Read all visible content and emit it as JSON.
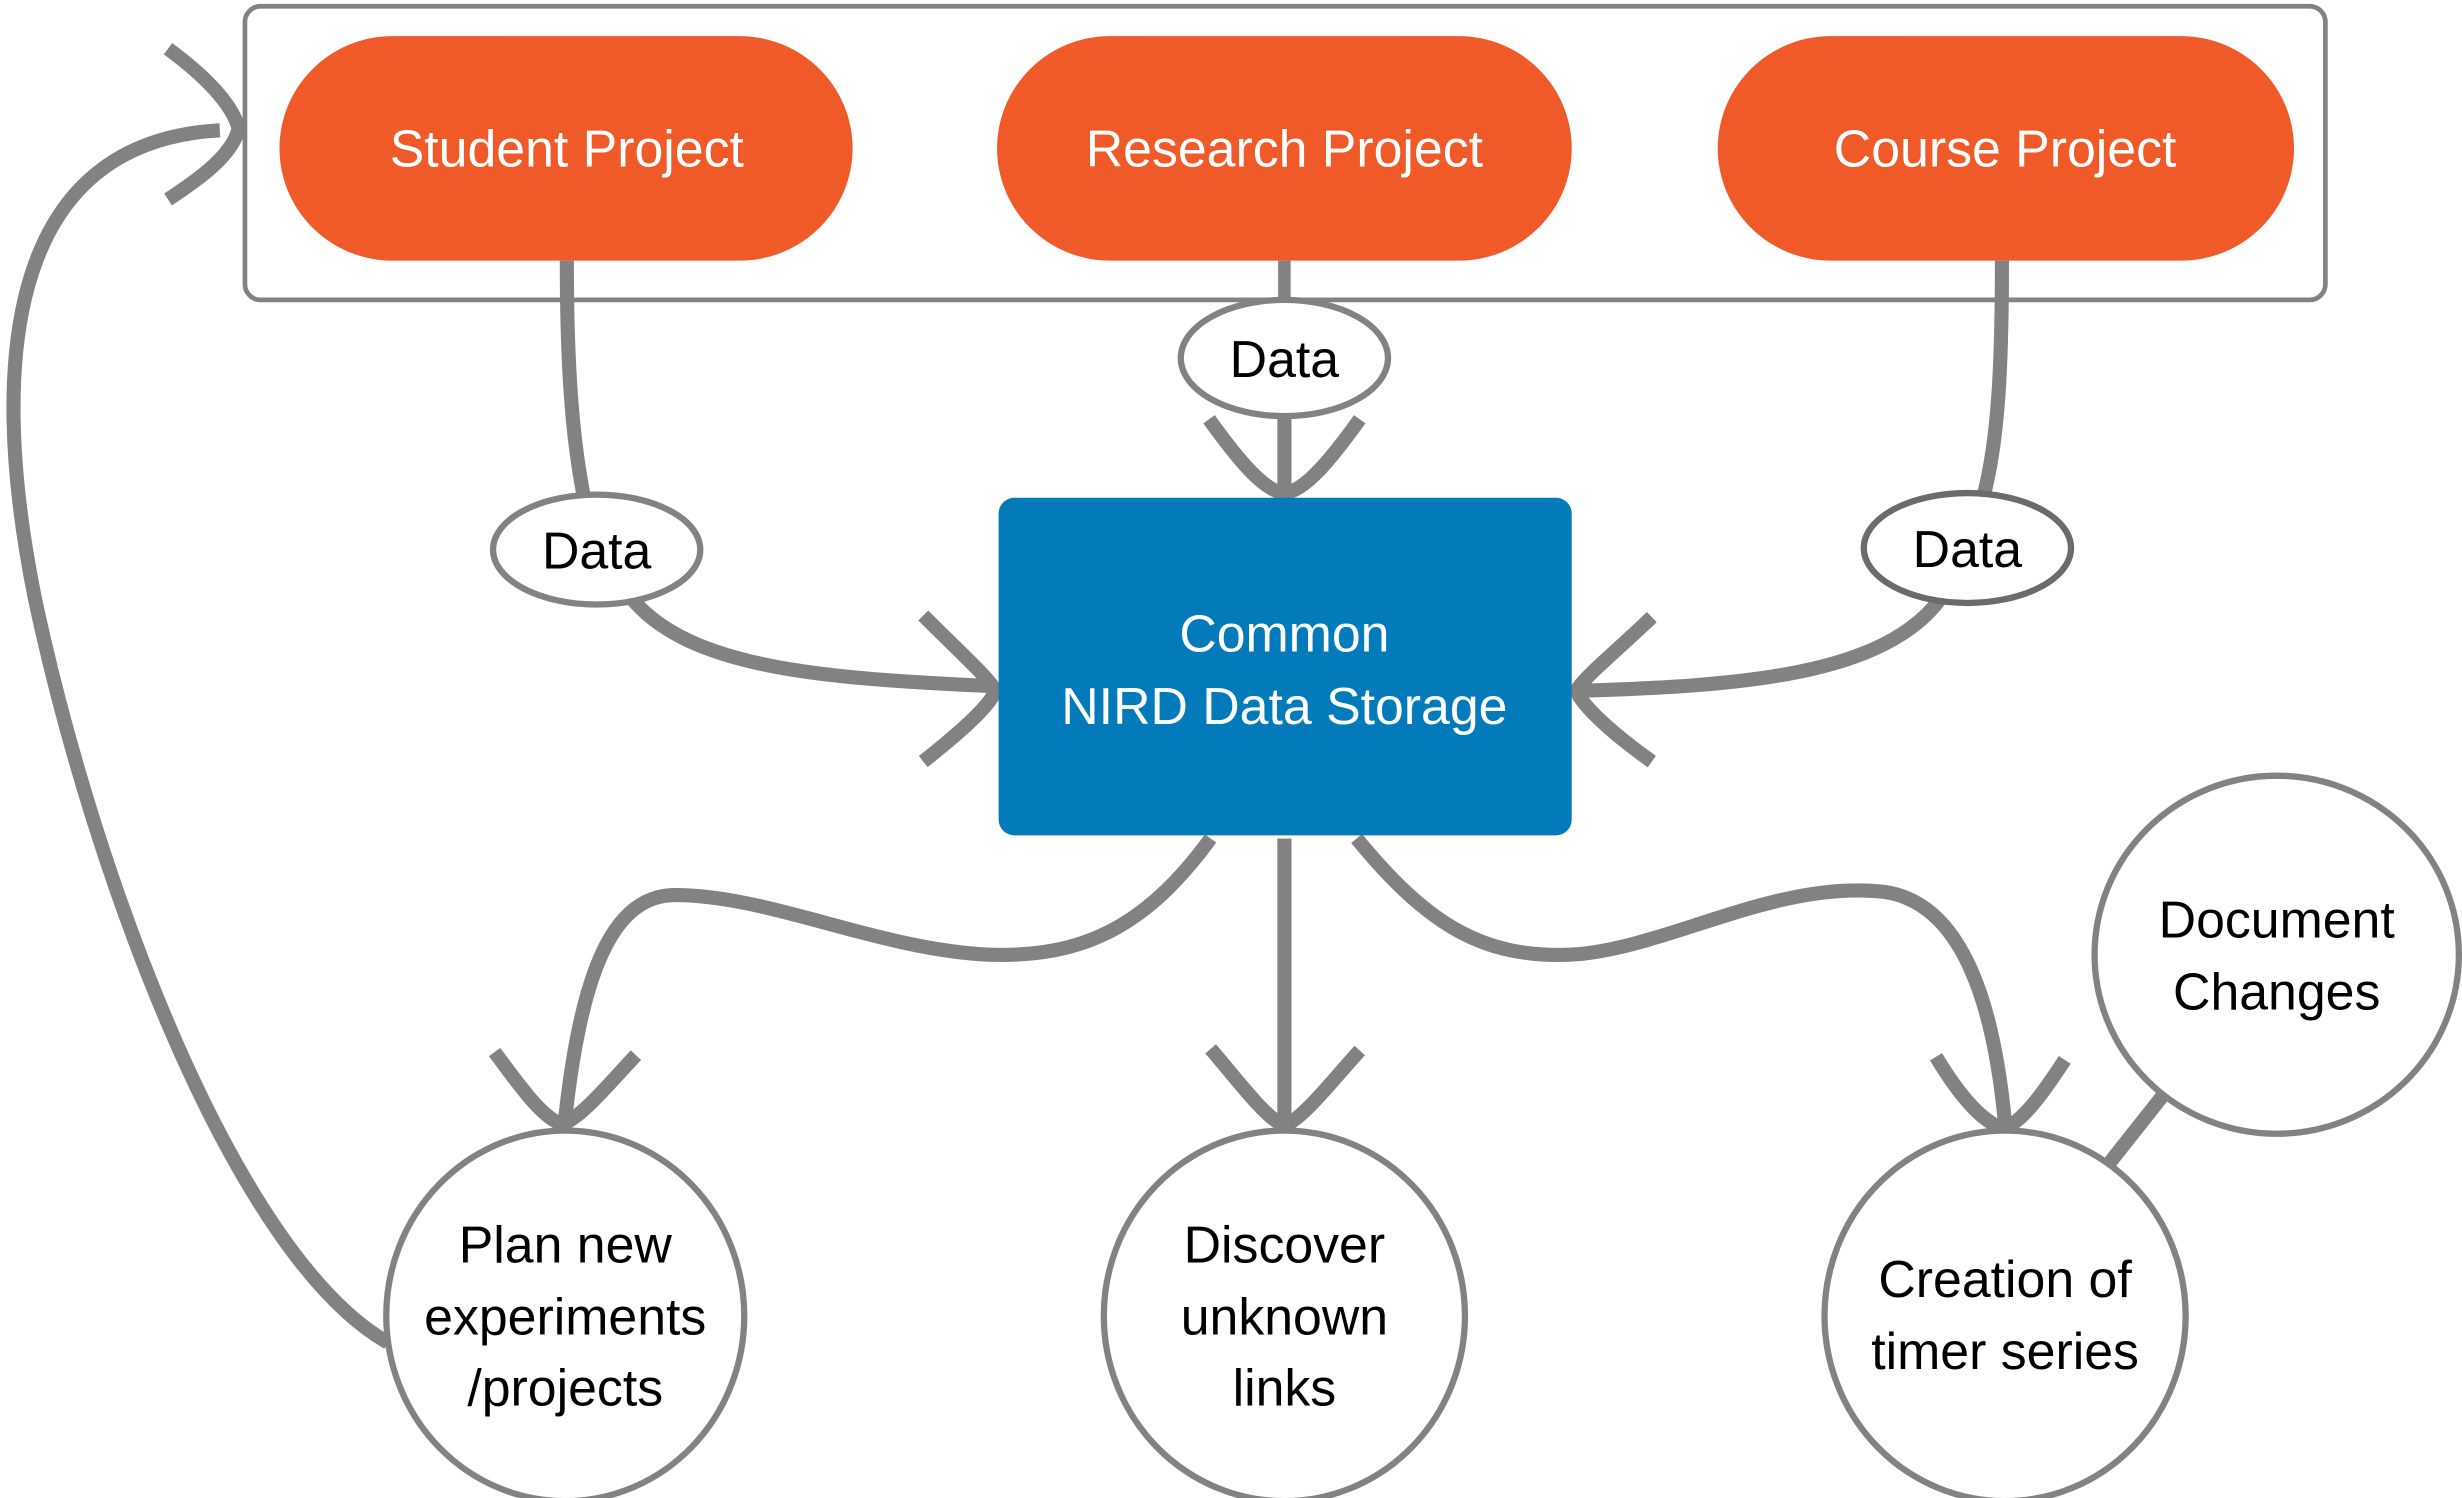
{
  "diagram": {
    "project_group": {
      "projects": [
        {
          "label": "Student Project"
        },
        {
          "label": "Research Project"
        },
        {
          "label": "Course Project"
        }
      ]
    },
    "data_labels": [
      "Data",
      "Data",
      "Data"
    ],
    "storage": {
      "line1": "Common",
      "line2": "NIRD Data Storage"
    },
    "outcomes": [
      {
        "lines": [
          "Plan new",
          "experiments",
          "/projects"
        ]
      },
      {
        "lines": [
          "Discover",
          "unknown",
          "links"
        ]
      },
      {
        "lines": [
          "Creation of",
          "timer series"
        ]
      }
    ],
    "side_note": {
      "lines": [
        "Document",
        "Changes"
      ]
    },
    "colors": {
      "project": "#F05A28",
      "storage": "#037BBB",
      "connector": "#828282",
      "background": "#FFFFFF"
    }
  }
}
